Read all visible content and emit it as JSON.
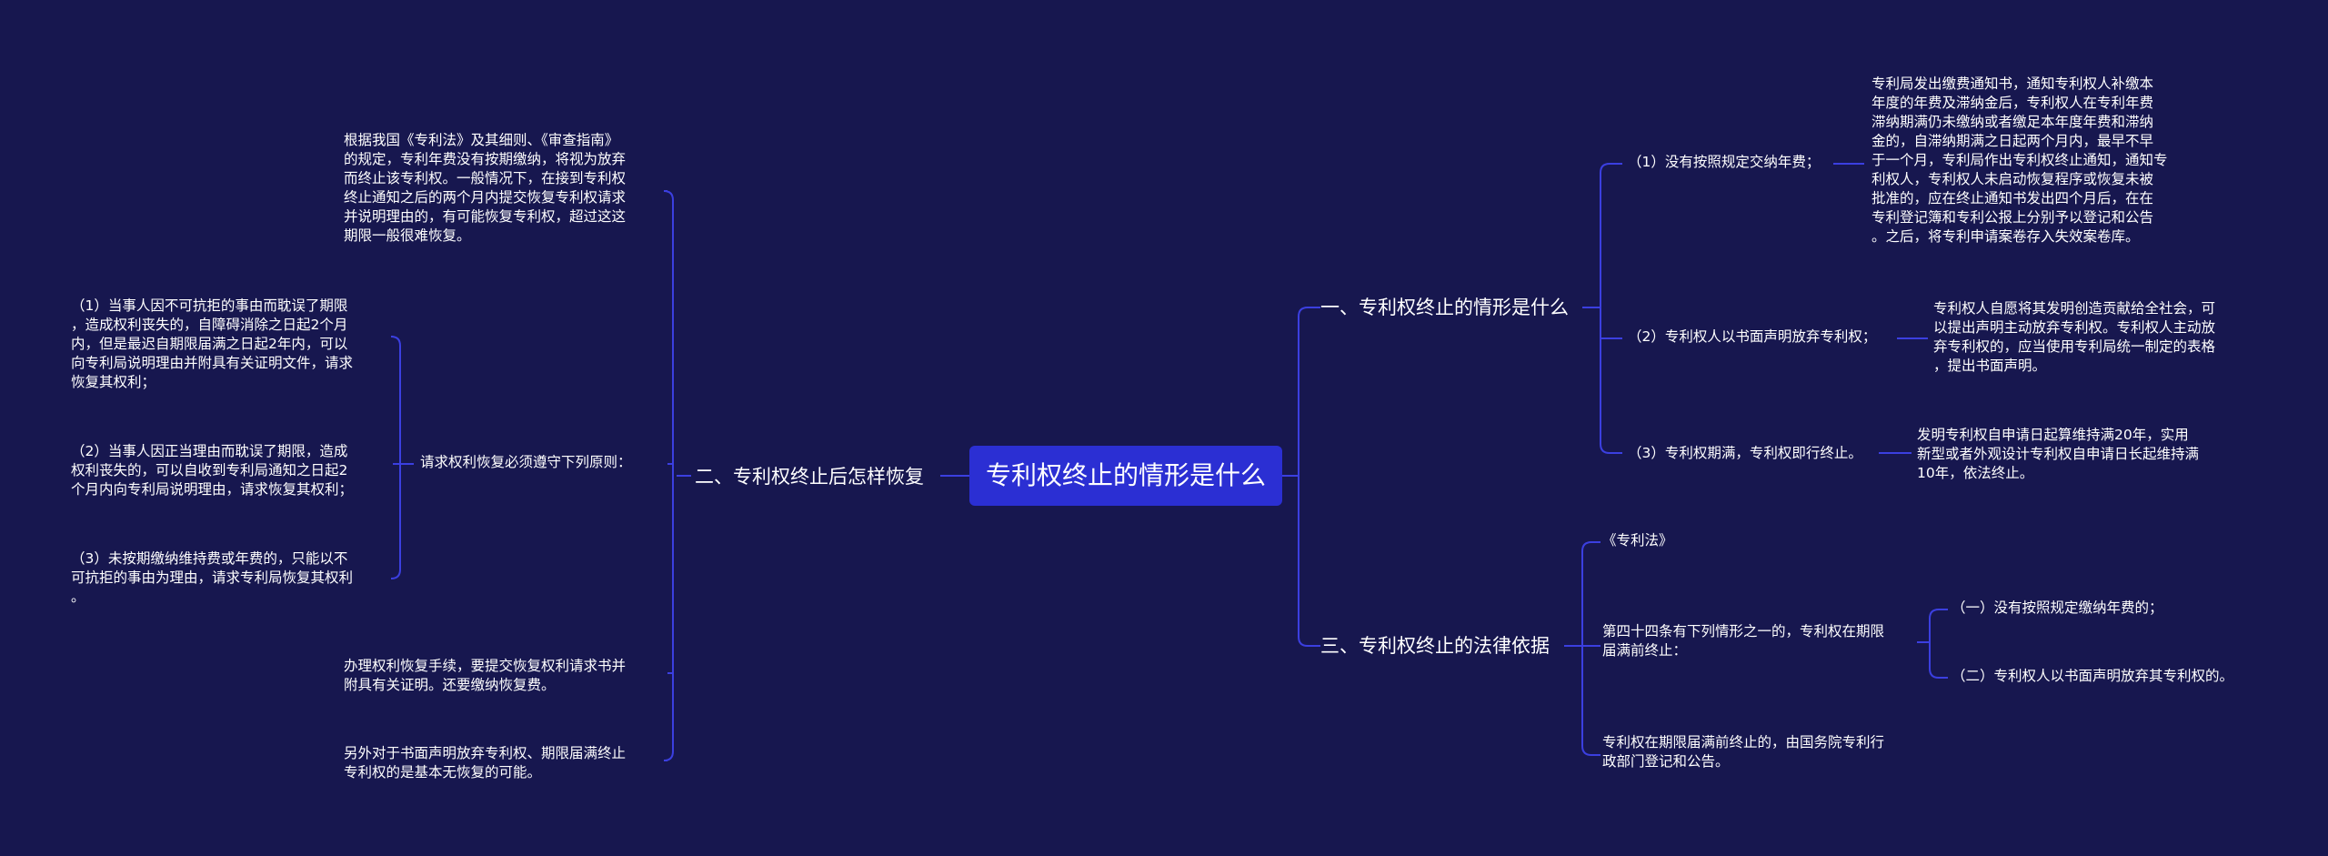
{
  "root": "专利权终止的情形是什么",
  "colors": {
    "background": "#17174f",
    "root_fill": "#2b2fd3",
    "line": "#3b3fe0",
    "text": "#ffffff"
  },
  "right": {
    "b1": {
      "title": "一、专利权终止的情形是什么",
      "items": [
        {
          "label": "（1）没有按照规定交纳年费；",
          "detail": "专利局发出缴费通知书，通知专利权人补缴本\n年度的年费及滞纳金后，专利权人在专利年费\n滞纳期满仍未缴纳或者缴足本年度年费和滞纳\n金的，自滞纳期满之日起两个月内，最早不早\n于一个月，专利局作出专利权终止通知，通知专\n利权人，专利权人未启动恢复程序或恢复未被\n批准的，应在终止通知书发出四个月后，在在\n专利登记簿和专利公报上分别予以登记和公告\n。之后，将专利申请案卷存入失效案卷库。"
        },
        {
          "label": "（2）专利权人以书面声明放弃专利权；",
          "detail": "专利权人自愿将其发明创造贡献给全社会，可\n以提出声明主动放弃专利权。专利权人主动放\n弃专利权的，应当使用专利局统一制定的表格\n，提出书面声明。"
        },
        {
          "label": "（3）专利权期满，专利权即行终止。",
          "detail": "发明专利权自申请日起算维持满20年，实用\n新型或者外观设计专利权自申请日长起维持满\n10年，依法终止。"
        }
      ]
    },
    "b3": {
      "title": "三、专利权终止的法律依据",
      "law": "《专利法》",
      "article": "第四十四条有下列情形之一的，专利权在期限\n届满前终止：",
      "article_items": [
        "（一）没有按照规定缴纳年费的；",
        "（二）专利权人以书面声明放弃其专利权的。"
      ],
      "note": "专利权在期限届满前终止的，由国务院专利行\n政部门登记和公告。"
    }
  },
  "left": {
    "b2": {
      "title": "二、专利权终止后怎样恢复",
      "intro": "根据我国《专利法》及其细则、《审查指南》\n的规定，专利年费没有按期缴纳，将视为放弃\n而终止该专利权。一般情况下，在接到专利权\n终止通知之后的两个月内提交恢复专利权请求\n并说明理由的，有可能恢复专利权，超过这这\n期限一般很难恢复。",
      "principle": "请求权利恢复必须遵守下列原则：",
      "principles": [
        "（1）当事人因不可抗拒的事由而耽误了期限\n，造成权利丧失的，自障碍消除之日起2个月\n内，但是最迟自期限届满之日起2年内，可以\n向专利局说明理由并附具有关证明文件，请求\n恢复其权利；",
        "（2）当事人因正当理由而耽误了期限，造成\n权利丧失的，可以自收到专利局通知之日起2\n个月内向专利局说明理由，请求恢复其权利；",
        "（3）未按期缴纳维持费或年费的，只能以不\n可抗拒的事由为理由，请求专利局恢复其权利\n。"
      ],
      "procedure": "办理权利恢复手续，要提交恢复权利请求书并\n附具有关证明。还要缴纳恢复费。",
      "other": "另外对于书面声明放弃专利权、期限届满终止\n专利权的是基本无恢复的可能。"
    }
  }
}
